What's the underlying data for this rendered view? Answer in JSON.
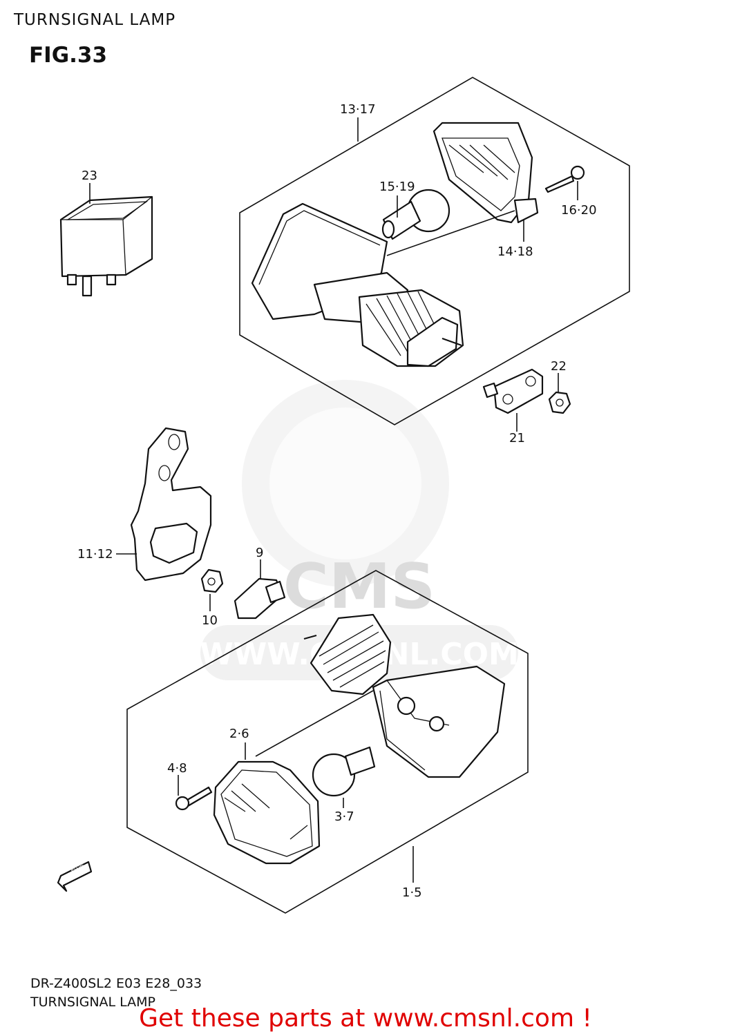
{
  "header": {
    "title": "TURNSIGNAL LAMP",
    "figure": "FIG.33"
  },
  "watermark": {
    "brand": "CMS",
    "url": "WWW.CMSNL.COM"
  },
  "callouts": {
    "p13_17": "13·17",
    "p23": "23",
    "p15_19": "15·19",
    "p16_20": "16·20",
    "p14_18": "14·18",
    "p22": "22",
    "p21": "21",
    "p11_12": "11·12",
    "p9": "9",
    "p10": "10",
    "p2_6": "2·6",
    "p4_8": "4·8",
    "p3_7": "3·7",
    "p1_5": "1·5",
    "fwd": "FWD"
  },
  "footer": {
    "model": "DR-Z400SL2 E03 E28_033",
    "caption": "TURNSIGNAL LAMP",
    "promo": "Get these parts at www.cmsnl.com !"
  },
  "colors": {
    "promo": "#e00000",
    "line": "#111111",
    "watermark": "#e6e6e6"
  }
}
